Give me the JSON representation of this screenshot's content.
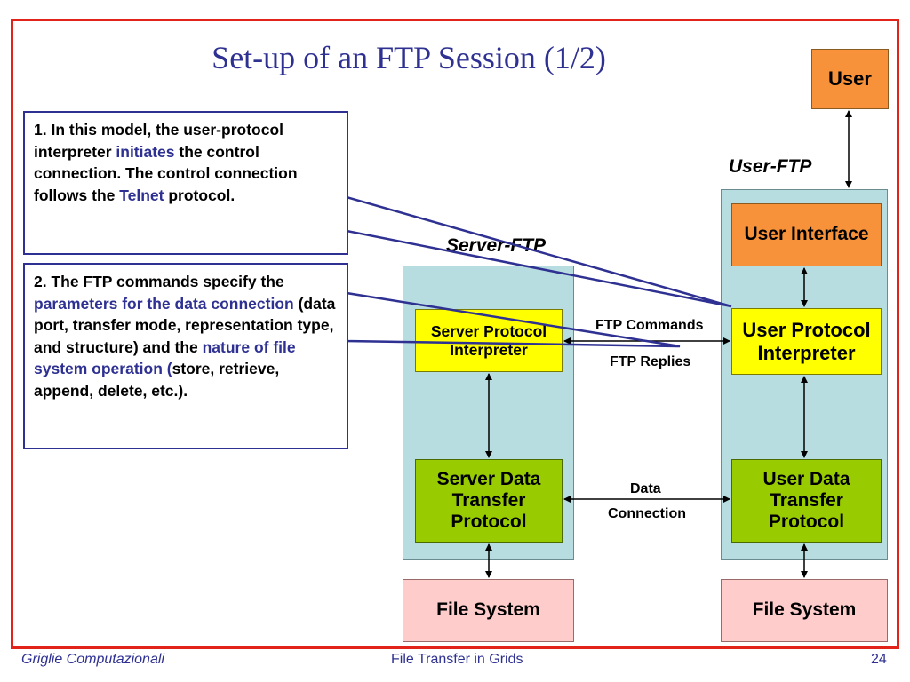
{
  "slide": {
    "title": "Set-up of an FTP Session (1/2)",
    "footer_left": "Griglie Computazionali",
    "footer_center": "File Transfer in Grids",
    "footer_page": "24"
  },
  "diagram": {
    "user": "User",
    "user_ftp_label": "User-FTP",
    "server_ftp_label": "Server-FTP",
    "user_interface": "User Interface",
    "user_pi": "User Protocol Interpreter",
    "user_dtp": "User Data Transfer Protocol",
    "user_fs": "File System",
    "server_pi": "Server Protocol Interpreter",
    "server_dtp": "Server Data Transfer Protocol",
    "server_fs": "File System",
    "ftp_commands": "FTP Commands",
    "ftp_replies": "FTP Replies",
    "data_connection_1": "Data",
    "data_connection_2": "Connection"
  },
  "notes": {
    "note1": {
      "part1": "1. In this model, the user-protocol interpreter ",
      "hl1": "initiates",
      "part2": " the control connection. The control connection follows the ",
      "hl2": "Telnet",
      "part3": " protocol."
    },
    "note2": {
      "part1": "2. The FTP commands specify the ",
      "hl1": "parameters for the data connection",
      "part2": " (data port, transfer mode, representation type, and structure) and the ",
      "hl2": "nature of file system operation (",
      "part3": "store, retrieve, append, delete, etc.)."
    }
  },
  "colors": {
    "frame": "#e2231a",
    "title": "#2e3192",
    "panel": "#b7dde0",
    "user_box": "#f7923a",
    "interpreter_box": "#ffff00",
    "dtp_box": "#99cc00",
    "file_system_box": "#ffcccc"
  }
}
